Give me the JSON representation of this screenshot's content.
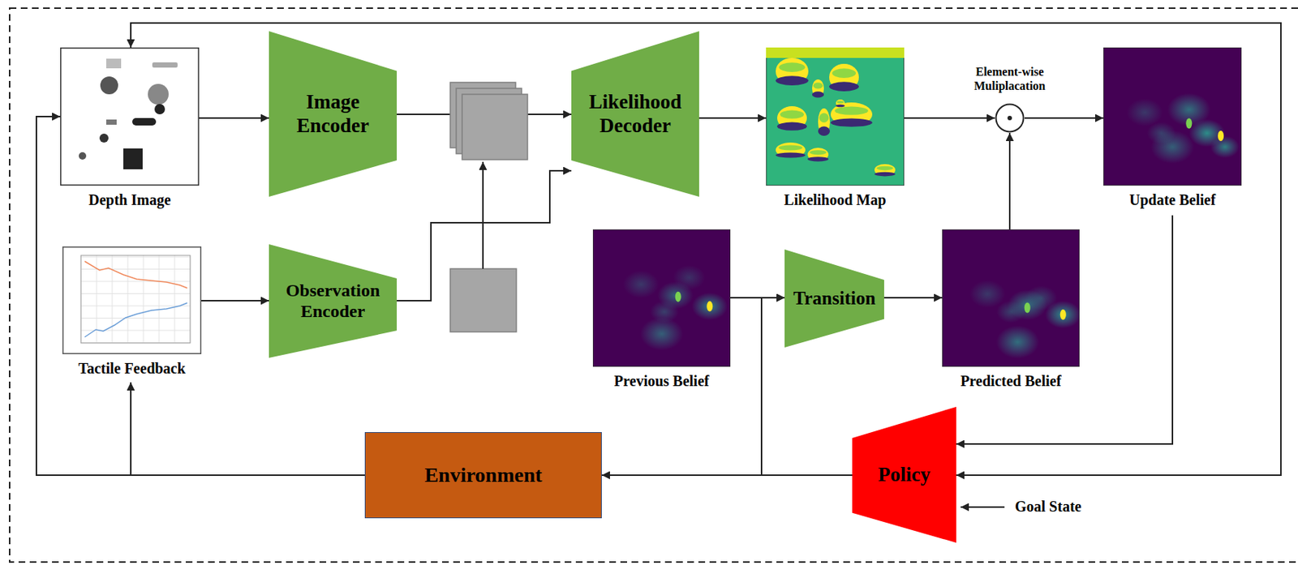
{
  "diagram": {
    "nodes": [
      {
        "text": [
          "Depth Image"
        ]
      },
      {
        "text": [
          "Image Encoder"
        ]
      },
      {
        "text": [
          "Tactile Feedback"
        ]
      },
      {
        "text": [
          "Observation Encoder"
        ]
      },
      {
        "text": [
          "Likelihood Decoder"
        ]
      },
      {
        "text": [
          "Likelihood Map"
        ]
      },
      {
        "text": [
          "Element-wise Muliplacation"
        ]
      },
      {
        "text": [
          "Update Belief"
        ]
      },
      {
        "text": [
          "Previous Belief"
        ]
      },
      {
        "text": [
          "Transition"
        ]
      },
      {
        "text": [
          "Predicted Belief"
        ]
      },
      {
        "text": [
          "Environment"
        ]
      },
      {
        "text": [
          "Policy"
        ]
      }
    ],
    "edges": [
      {
        "from": 0,
        "to": 1,
        "arrow": "to"
      },
      {
        "from": 2,
        "to": 3,
        "arrow": "to"
      },
      {
        "from": 1,
        "to": 4,
        "arrow": "to"
      },
      {
        "from": 3,
        "to": 4,
        "arrow": "to"
      },
      {
        "from": 4,
        "to": 5,
        "arrow": "to"
      },
      {
        "from": 5,
        "to": 6,
        "arrow": "to"
      },
      {
        "from": 10,
        "to": 6,
        "arrow": "to"
      },
      {
        "from": 6,
        "to": 7,
        "arrow": "to"
      },
      {
        "from": 8,
        "to": 9,
        "arrow": "to"
      },
      {
        "from": 9,
        "to": 10,
        "arrow": "to"
      },
      {
        "from": 7,
        "to": 12,
        "arrow": "to"
      },
      {
        "from": 12,
        "to": 11,
        "arrow": "to"
      },
      {
        "from": 12,
        "to": 9,
        "arrow": "to"
      },
      {
        "from": 11,
        "to": 0,
        "arrow": "to"
      },
      {
        "from": 11,
        "to": 2,
        "arrow": "to"
      },
      {
        "from": 0,
        "to": 12,
        "arrow": "both"
      }
    ],
    "labels": [
      "Goal State"
    ]
  }
}
